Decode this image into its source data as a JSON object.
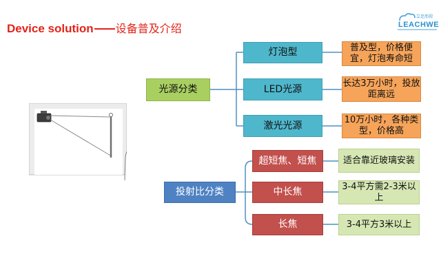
{
  "header": {
    "title_en": "Device solution",
    "title_cn": "设备普及介绍"
  },
  "logo": {
    "top_text": "立足而视",
    "brand": "LEACHWE",
    "icon": "cloud-logo-icon"
  },
  "light_source": {
    "label": "光源分类",
    "types": [
      {
        "name": "灯泡型",
        "description": "普及型，价格便宜，灯泡寿命短"
      },
      {
        "name": "LED光源",
        "description": "长达3万小时，投放距离远"
      },
      {
        "name": "激光光源",
        "description": "10万小时，各种类型，价格高"
      }
    ]
  },
  "throw_ratio": {
    "label": "投射比分类",
    "types": [
      {
        "name": "超短焦、短焦",
        "description": "适合靠近玻璃安装"
      },
      {
        "name": "中长焦",
        "description": "3-4平方需2-3米以上"
      },
      {
        "name": "长焦",
        "description": "3-4平方3米以上"
      }
    ]
  },
  "colors": {
    "title": "#e2231a",
    "green": "#a9cf61",
    "teal": "#4fb7cc",
    "orange": "#f6a45a",
    "blue": "#4f82c3",
    "red": "#c2504d",
    "pale_green": "#d6e7b4",
    "connector": "#4f8fc0"
  },
  "illustration": {
    "icon": "projector-room-icon"
  }
}
